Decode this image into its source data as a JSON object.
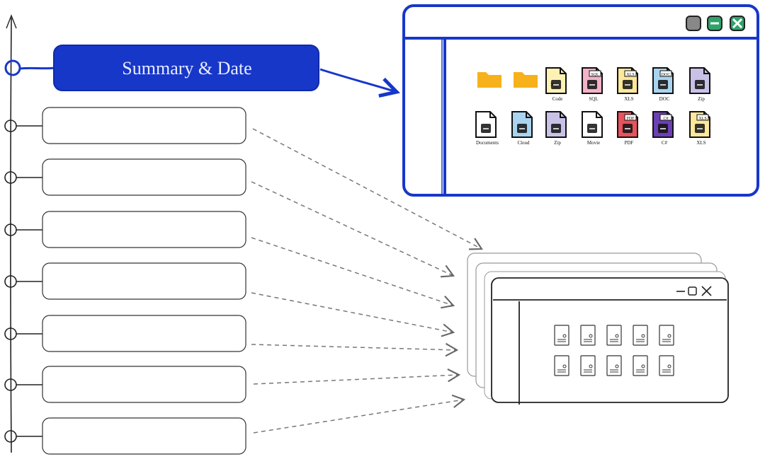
{
  "summary": {
    "title": "Summary & Date"
  },
  "colors": {
    "accent": "#1737c9",
    "folder": "#f6b11b",
    "line": "#222222",
    "dashed": "#777777"
  },
  "timeline": {
    "rows": 7
  },
  "big_window": {
    "controls": [
      "minimize-icon",
      "maximize-icon",
      "close-icon"
    ],
    "icons": [
      {
        "name": "folder-icon",
        "label": ""
      },
      {
        "name": "folder-icon",
        "label": ""
      },
      {
        "name": "code-file-icon",
        "label": "Code",
        "tag": ">_",
        "color": "#fdf2b4"
      },
      {
        "name": "sql-file-icon",
        "label": "SQL",
        "tag": "SQL",
        "color": "#f3b2c9"
      },
      {
        "name": "xls-file-icon",
        "label": "XLS",
        "tag": "XLS",
        "color": "#fbe89a"
      },
      {
        "name": "doc-file-icon",
        "label": "DOC",
        "tag": "DOC",
        "color": "#a9d4ef"
      },
      {
        "name": "zip-file-icon",
        "label": "Zip",
        "tag": "",
        "color": "#c9c2e6"
      },
      {
        "name": "documents-icon",
        "label": "Documents",
        "tag": "",
        "color": "#ffffff"
      },
      {
        "name": "cloud-file-icon",
        "label": "Cloud",
        "tag": "",
        "color": "#a9d4ef"
      },
      {
        "name": "zip-file-icon",
        "label": "Zip",
        "tag": "",
        "color": "#c9c2e6"
      },
      {
        "name": "movie-file-icon",
        "label": "Movie",
        "tag": "",
        "color": "#ffffff"
      },
      {
        "name": "pdf-file-icon",
        "label": "PDF",
        "tag": "PDF",
        "color": "#e9525c"
      },
      {
        "name": "csharp-file-icon",
        "label": "C#",
        "tag": "C#",
        "color": "#6d3fb5"
      },
      {
        "name": "xls-file-icon",
        "label": "XLS",
        "tag": "XLS",
        "color": "#fbe89a"
      }
    ]
  },
  "small_window": {
    "controls": [
      "minimize-icon",
      "maximize-icon",
      "close-icon"
    ],
    "file_count": 10
  }
}
